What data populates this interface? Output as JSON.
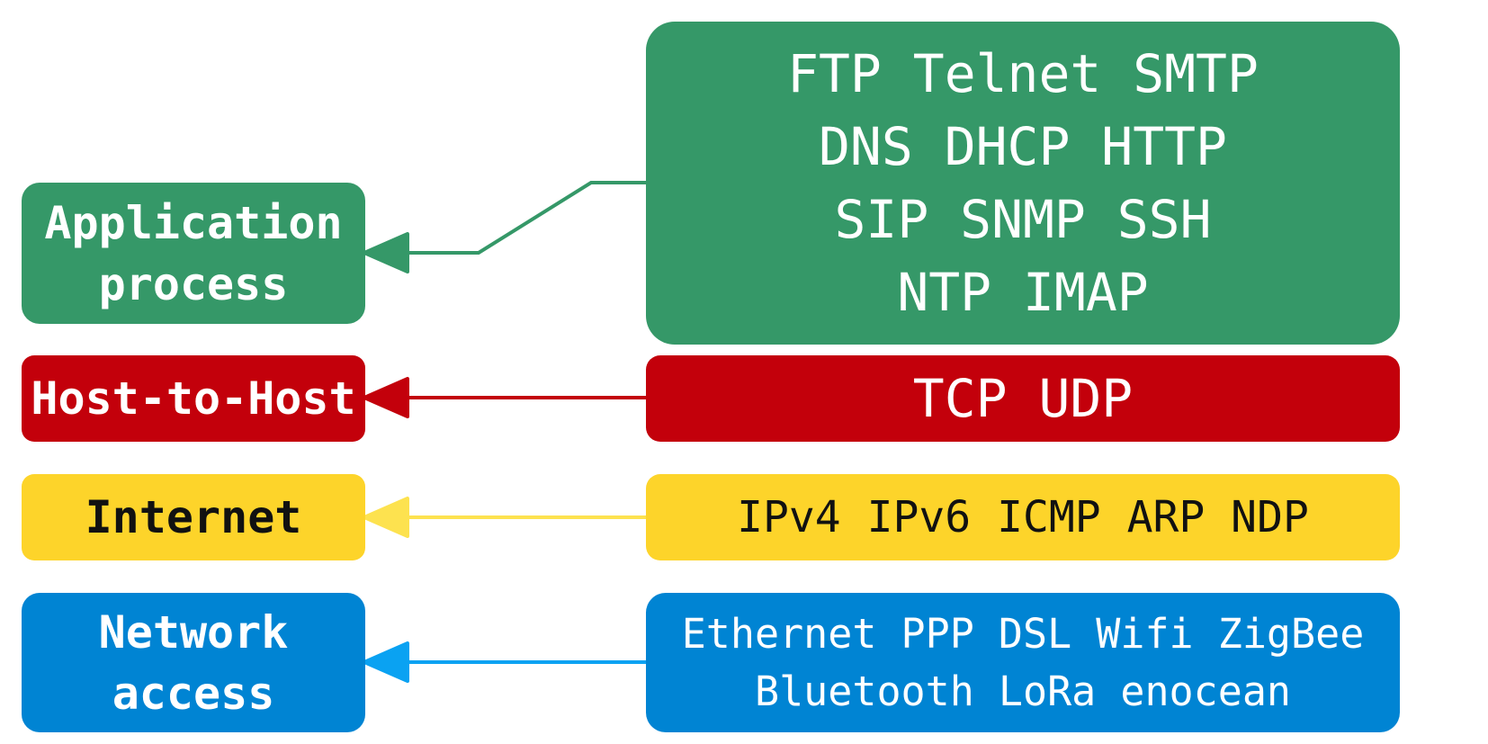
{
  "colors": {
    "application": "#359868",
    "transport": "#c3000b",
    "internet": "#fdd42a",
    "internet_arrow": "#fde24f",
    "network": "#0084d3",
    "network_arrow": "#0aa2f2",
    "light_text": "#ffffff",
    "dark_text": "#111111"
  },
  "layers": {
    "application": {
      "line1": "Application",
      "line2": "process"
    },
    "transport": {
      "label": "Host-to-Host"
    },
    "internet": {
      "label": "Internet"
    },
    "network": {
      "line1": "Network",
      "line2": "access"
    }
  },
  "protocols": {
    "application": {
      "line1": "FTP Telnet SMTP",
      "line2": "DNS DHCP HTTP",
      "line3": "SIP SNMP SSH",
      "line4": "NTP IMAP"
    },
    "transport": {
      "line1": "TCP UDP"
    },
    "internet": {
      "line1": "IPv4 IPv6 ICMP ARP NDP"
    },
    "network": {
      "line1": "Ethernet PPP DSL Wifi ZigBee",
      "line2": "Bluetooth LoRa enocean"
    }
  },
  "arrows": [
    {
      "from": "application-protocols",
      "to": "application-layer",
      "color": "application"
    },
    {
      "from": "transport-protocols",
      "to": "transport-layer",
      "color": "transport"
    },
    {
      "from": "internet-protocols",
      "to": "internet-layer",
      "color": "internet_arrow"
    },
    {
      "from": "network-protocols",
      "to": "network-layer",
      "color": "network_arrow"
    }
  ]
}
